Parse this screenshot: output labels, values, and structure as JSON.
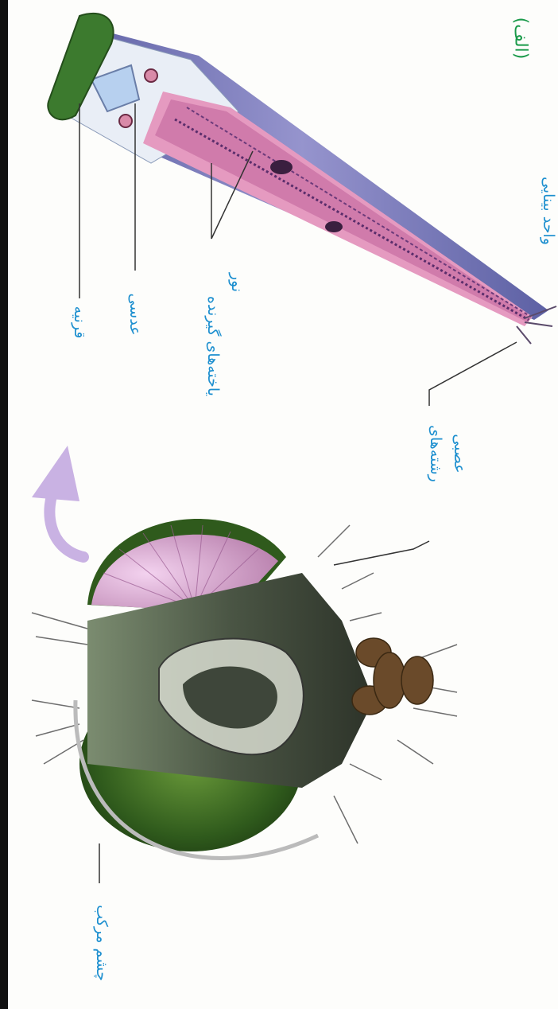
{
  "panel_label": "(الف)",
  "labels": {
    "cornea": "قرنیه",
    "lens": "عدسی",
    "photoreceptor_line1": "یاخته‌های گیرنده",
    "photoreceptor_line2": "نور",
    "optic_nerve_line1": "رشته‌های",
    "optic_nerve_line2": "عصبی",
    "ommatidium": "واحد بینایی",
    "compound_eye": "چشم مرکب"
  }
}
